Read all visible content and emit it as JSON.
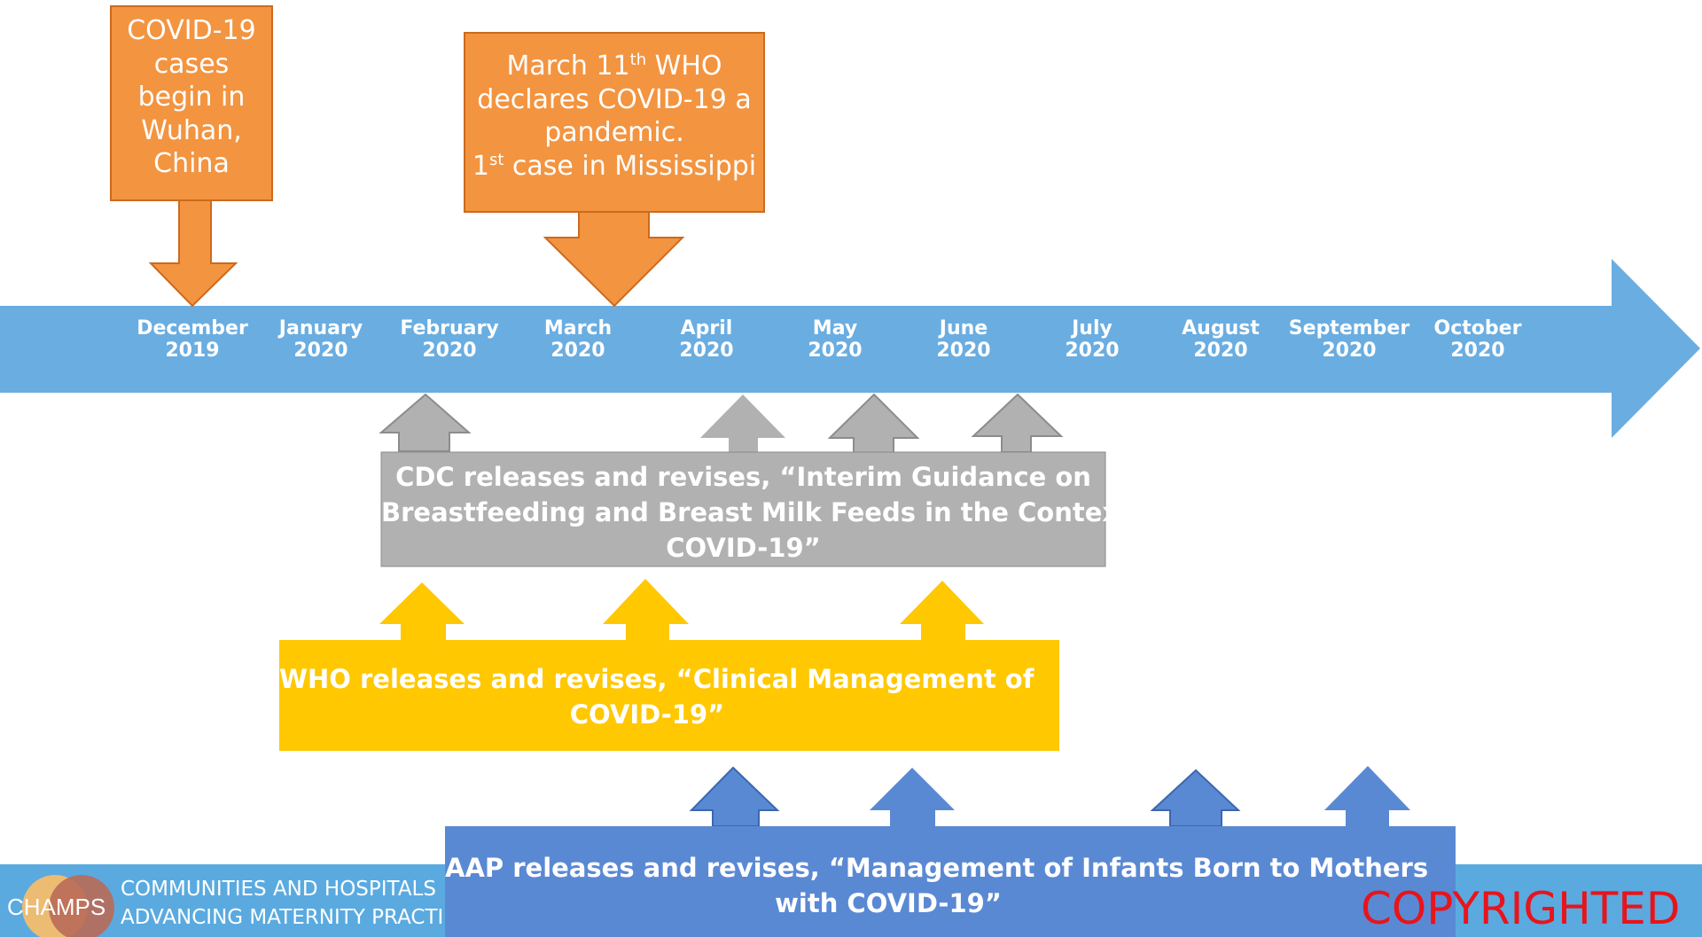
{
  "timeline": {
    "months": [
      {
        "month": "December",
        "year": "2019"
      },
      {
        "month": "January",
        "year": "2020"
      },
      {
        "month": "February",
        "year": "2020"
      },
      {
        "month": "March",
        "year": "2020"
      },
      {
        "month": "April",
        "year": "2020"
      },
      {
        "month": "May",
        "year": "2020"
      },
      {
        "month": "June",
        "year": "2020"
      },
      {
        "month": "July",
        "year": "2020"
      },
      {
        "month": "August",
        "year": "2020"
      },
      {
        "month": "September",
        "year": "2020"
      },
      {
        "month": "October",
        "year": "2020"
      }
    ]
  },
  "events": {
    "wuhan": {
      "lines": [
        "COVID-19",
        "cases",
        "begin in",
        "Wuhan,",
        "China"
      ]
    },
    "pandemic": {
      "line1_pre": "March 11",
      "line1_sup": "th",
      "line1_post": " WHO",
      "line2": "declares COVID-19 a",
      "line3": "pandemic.",
      "line4_pre": "1",
      "line4_sup": "st",
      "line4_post": " case in Mississippi"
    }
  },
  "guidance": {
    "cdc": {
      "lines": [
        "CDC releases and revises, “Interim Guidance on",
        "Breastfeeding and Breast Milk Feeds in the Context of",
        "COVID-19”"
      ]
    },
    "who": {
      "lines": [
        "WHO releases and revises, “Clinical Management of",
        "COVID-19”"
      ]
    },
    "aap": {
      "lines": [
        "AAP releases and revises, “Management of Infants Born to Mothers",
        "with COVID-19”"
      ]
    }
  },
  "footer": {
    "logo_text": "CHAMPS",
    "org_line1": "COMMUNITIES AND HOSPITALS",
    "org_line2": "ADVANCING MATERNITY PRACTI",
    "copyright": "COPYRIGHTED"
  },
  "colors": {
    "timeline": "#6aade1",
    "orange": "#f39440",
    "orange_border": "#cc6a1e",
    "gray": "#b1b1b1",
    "gray_border": "#8c8c8c",
    "yellow": "#ffc800",
    "blue": "#5a89d4",
    "blue_border": "#3c67ae",
    "footer": "#5aaae0",
    "copyright": "#e8141b"
  }
}
